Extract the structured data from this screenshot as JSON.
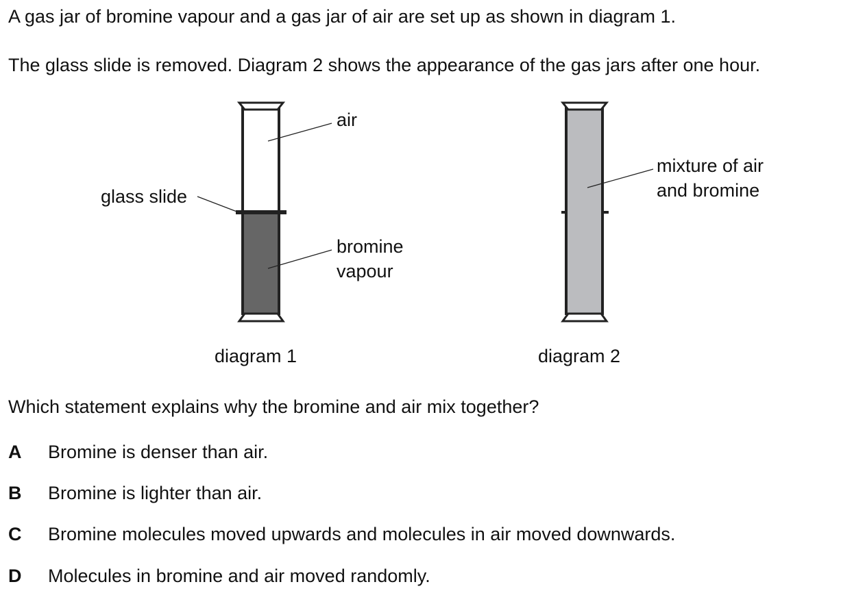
{
  "question": {
    "intro_1": "A gas jar of bromine vapour and a gas jar of air are set up as shown in diagram 1.",
    "intro_2": "The glass slide is removed. Diagram 2 shows the appearance of the gas jars after one hour.",
    "stem": "Which statement explains why the bromine and air mix together?"
  },
  "diagram_1": {
    "caption": "diagram 1",
    "label_air": "air",
    "label_glass_slide": "glass slide",
    "label_bromine_line1": "bromine",
    "label_bromine_line2": "vapour",
    "bromine_color": "#666666",
    "air_color": "#ffffff"
  },
  "diagram_2": {
    "caption": "diagram 2",
    "label_mixture_line1": "mixture of air",
    "label_mixture_line2": "and bromine",
    "mixture_color": "#bbbcbf"
  },
  "options": [
    {
      "letter": "A",
      "text": "Bromine is denser than air."
    },
    {
      "letter": "B",
      "text": "Bromine is lighter than air."
    },
    {
      "letter": "C",
      "text": "Bromine molecules moved upwards and molecules in air moved downwards."
    },
    {
      "letter": "D",
      "text": "Molecules in bromine and air moved randomly."
    }
  ]
}
